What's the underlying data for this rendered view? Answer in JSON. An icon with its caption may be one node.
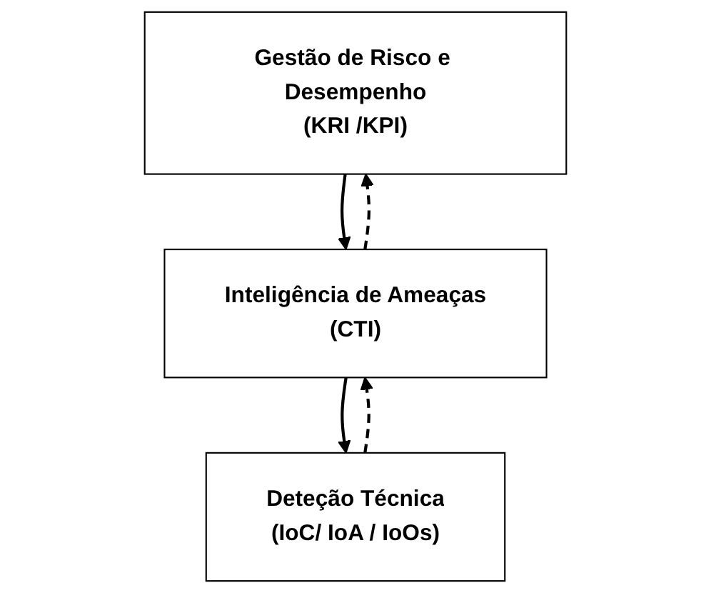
{
  "diagram": {
    "nodes": [
      {
        "text": [
          "Gestão de Risco e Desempenho",
          "(KRI /KPI)"
        ]
      },
      {
        "text": [
          "Inteligência de Ameaças",
          "(CTI)"
        ]
      },
      {
        "text": [
          "Deteção Técnica",
          "(IoC/ IoA / IoOs)"
        ]
      }
    ],
    "edges": [
      {
        "from": 0,
        "to": 1,
        "arrow": "to"
      },
      {
        "from": 1,
        "to": 0,
        "arrow": "to",
        "style": "dashed"
      },
      {
        "from": 1,
        "to": 2,
        "arrow": "to"
      },
      {
        "from": 2,
        "to": 1,
        "arrow": "to",
        "style": "dashed"
      }
    ]
  }
}
